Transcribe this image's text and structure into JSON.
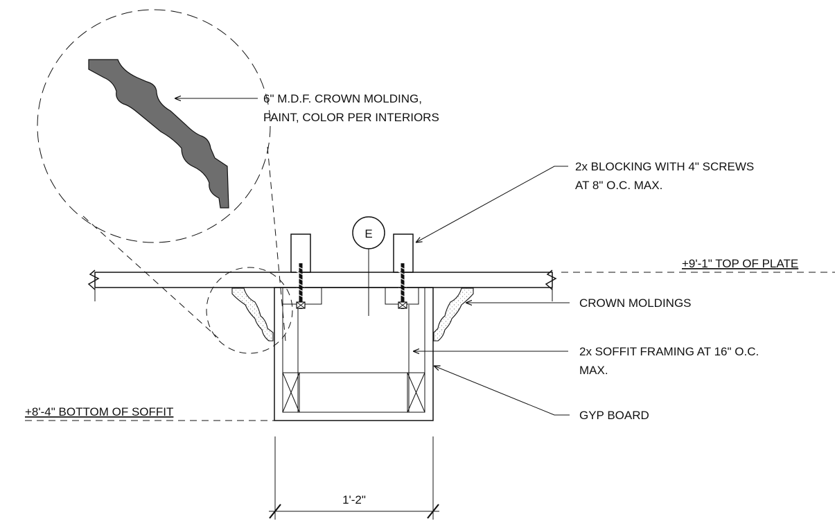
{
  "detail": {
    "callout_tag": "E",
    "notes": {
      "crown_molding_line1": "6\" M.D.F. CROWN MOLDING,",
      "crown_molding_line2": "PAINT, COLOR PER INTERIORS",
      "blocking_line1": "2x BLOCKING WITH 4\" SCREWS",
      "blocking_line2": "AT 8\" O.C. MAX.",
      "crown_moldings": "CROWN MOLDINGS",
      "soffit_framing_line1": "2x SOFFIT FRAMING AT 16\" O.C.",
      "soffit_framing_line2": "MAX.",
      "gyp_board": "GYP BOARD"
    },
    "elevations": {
      "top_of_plate": "+9'-1\" TOP OF PLATE",
      "bottom_of_soffit": "+8'-4\" BOTTOM OF SOFFIT"
    },
    "dimension": "1'-2\""
  },
  "colors": {
    "ink": "#111111",
    "molding_fill": "#6e6e6e",
    "stipple": "#9a9a9a"
  }
}
